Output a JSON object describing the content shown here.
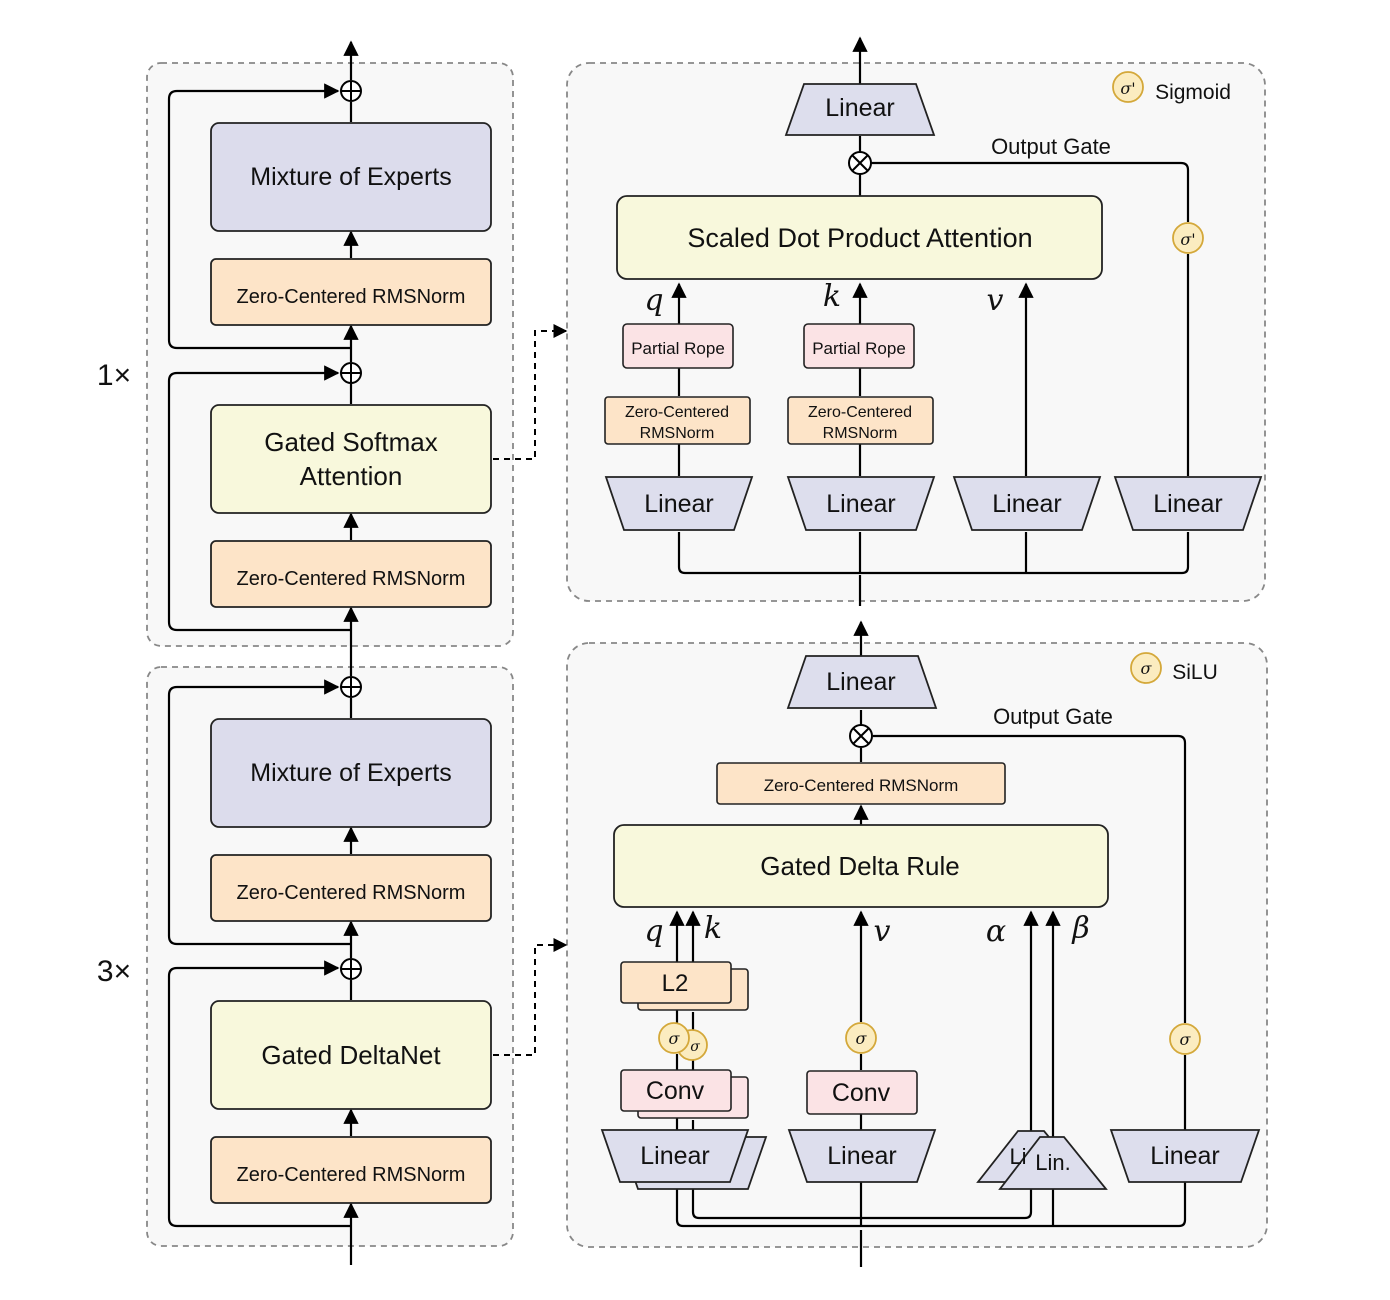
{
  "left": {
    "top_block": {
      "repeat_label": "1×",
      "moe_label": "Mixture of Experts",
      "norm_top_label": "Zero-Centered RMSNorm",
      "attn_label_line1": "Gated Softmax",
      "attn_label_line2": "Attention",
      "norm_bottom_label": "Zero-Centered RMSNorm"
    },
    "bottom_block": {
      "repeat_label": "3×",
      "moe_label": "Mixture of Experts",
      "norm_top_label": "Zero-Centered RMSNorm",
      "deltanet_label": "Gated DeltaNet",
      "norm_bottom_label": "Zero-Centered RMSNorm"
    }
  },
  "attention_detail": {
    "legend_symbol": "σ'",
    "legend_label": "Sigmoid",
    "out_linear": "Linear",
    "output_gate_label": "Output Gate",
    "sdpa_label": "Scaled Dot Product Attention",
    "gate_symbol": "σ'",
    "q_label": "q",
    "k_label": "k",
    "v_label": "v",
    "rope_q": "Partial Rope",
    "rope_k": "Partial Rope",
    "norm_q_line1": "Zero-Centered",
    "norm_q_line2": "RMSNorm",
    "norm_k_line1": "Zero-Centered",
    "norm_k_line2": "RMSNorm",
    "linear_q": "Linear",
    "linear_k": "Linear",
    "linear_v": "Linear",
    "linear_gate": "Linear"
  },
  "deltanet_detail": {
    "legend_symbol": "σ",
    "legend_label": "SiLU",
    "out_linear": "Linear",
    "output_gate_label": "Output Gate",
    "norm_label": "Zero-Centered RMSNorm",
    "rule_label": "Gated Delta Rule",
    "q_label": "q",
    "k_label": "k",
    "v_label": "v",
    "alpha_label": "α",
    "beta_label": "β",
    "l2_label": "L2",
    "silu_qk_front": "σ",
    "silu_qk_back": "σ",
    "silu_v": "σ",
    "silu_gate": "σ",
    "conv_qk": "Conv",
    "conv_v": "Conv",
    "linear_qk": "Linear",
    "linear_v": "Linear",
    "lin_alpha": "Li",
    "lin_beta": "Lin.",
    "linear_gate": "Linear"
  },
  "colors": {
    "moe": "#dcdcec",
    "norm": "#fde4c8",
    "attention": "#f8f8dc",
    "rope": "#fbe3e5",
    "linear": "#dddeed",
    "sigma": "#fbecc0",
    "sigma_stroke": "#d4a83a",
    "panel": "#f8f8f8"
  }
}
